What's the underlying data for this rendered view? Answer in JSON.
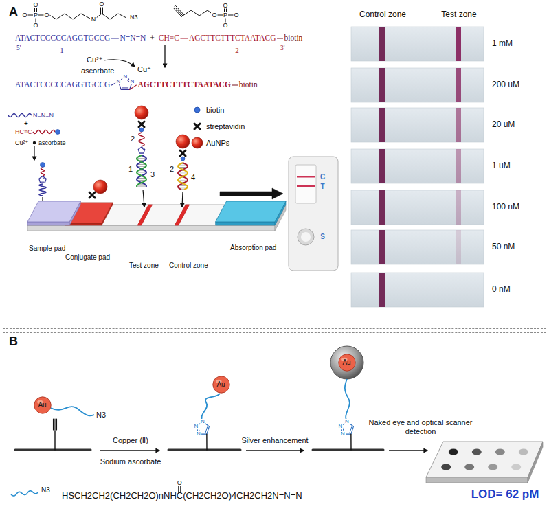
{
  "diagram": {
    "nodes": [
      {
        "text": [
          "A"
        ]
      },
      {
        "text": [
          "C",
          "T",
          "S"
        ],
        "in": 0
      },
      {
        "text": [
          "B"
        ]
      },
      {
        "text": [
          "Au"
        ],
        "in": 2
      },
      {
        "text": [
          "Au"
        ],
        "in": 2
      },
      {
        "text": [
          "Au"
        ],
        "in": 2
      }
    ],
    "labels": [
      "O",
      "O",
      "P",
      "O",
      "O",
      "N",
      "O",
      "N3",
      "O",
      "P",
      "O",
      "O",
      "O",
      "ATACTCCCCCAGGTGCCG",
      "N=N=N",
      "+",
      "CH≡C",
      "AGCTTCTTTCTAATACG",
      "biotin",
      "5'",
      "1",
      "2",
      "3'",
      "Cu²⁺",
      "ascorbate",
      "Cu⁺",
      "ATACTCCCCCAGGTGCCG",
      "N",
      "N",
      "N",
      "AGCTTCTTTCTAATACG",
      "biotin",
      "N=N=N",
      "+",
      "HC≡C",
      "Cu²⁺",
      "ascorbate",
      "2",
      "1",
      "3",
      "2",
      "4",
      "Sample pad",
      "Conjugate pad",
      "Test zone",
      "Control zone",
      "Absorption pad",
      "Control zone",
      "Test zone",
      "1 mM",
      "200 uM",
      "20 uM",
      "1 uM",
      "100 nM",
      "50 nM",
      "0 nM",
      "N3",
      "Copper (Ⅱ)",
      "Sodium ascorbate",
      "Silver enhancement",
      "Naked eye and optical scanner detection",
      "N",
      "N",
      "N",
      "N",
      "N",
      "N",
      "HSCH2CH2(CH2CH2O)nNHC",
      "(CH2CH2O)4CH2CH2N=N=N",
      "O",
      "LOD= 62 pM",
      "N3"
    ],
    "legend": [
      {
        "text": "biotin"
      },
      {
        "text": "streptavidin"
      },
      {
        "text": "AuNPs"
      }
    ]
  }
}
